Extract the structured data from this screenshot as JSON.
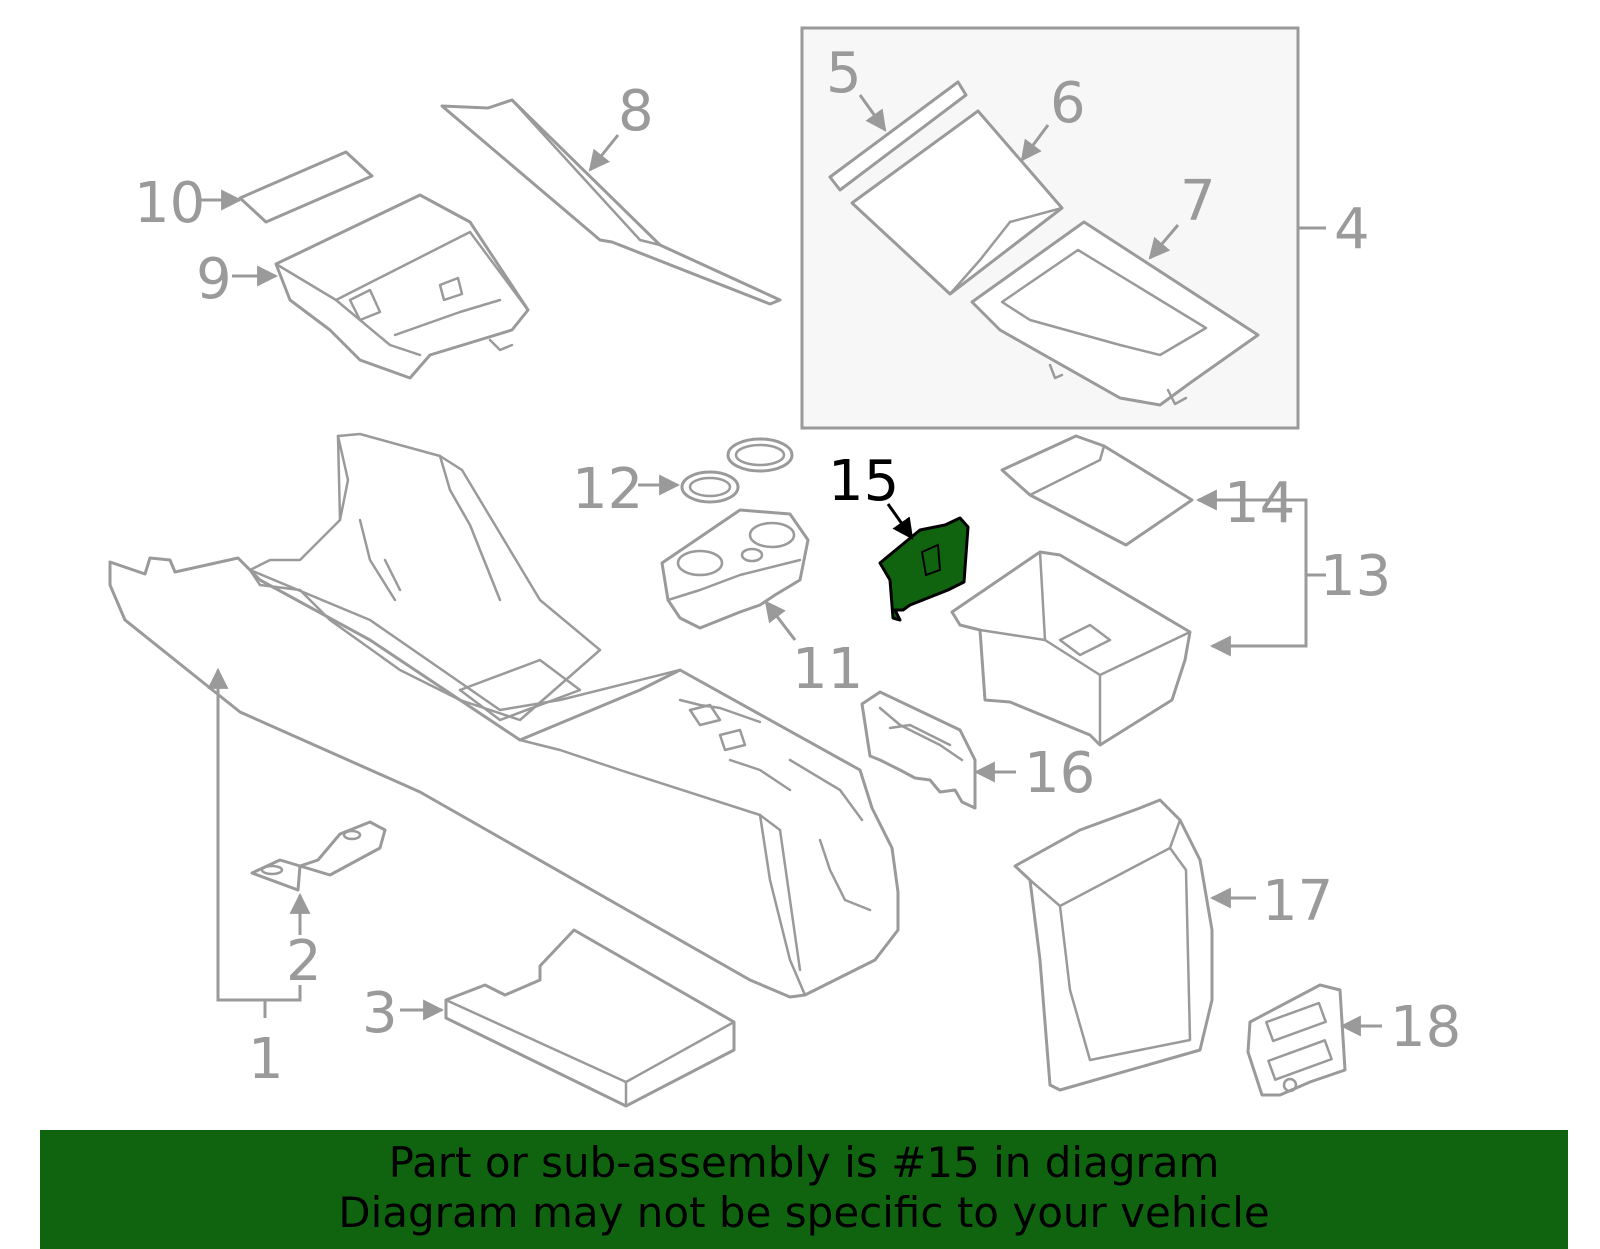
{
  "diagram": {
    "highlighted_part": "15",
    "highlight_color": "#106410",
    "line_color": "#9a9a9a",
    "callouts": {
      "c1": "1",
      "c2": "2",
      "c3": "3",
      "c4": "4",
      "c5": "5",
      "c6": "6",
      "c7": "7",
      "c8": "8",
      "c9": "9",
      "c10": "10",
      "c11": "11",
      "c12": "12",
      "c13": "13",
      "c14": "14",
      "c15": "15",
      "c16": "16",
      "c17": "17",
      "c18": "18"
    }
  },
  "banner": {
    "line1": "Part or sub-assembly is #15 in diagram",
    "line2": "Diagram may not be specific to your vehicle",
    "background": "#106410"
  }
}
